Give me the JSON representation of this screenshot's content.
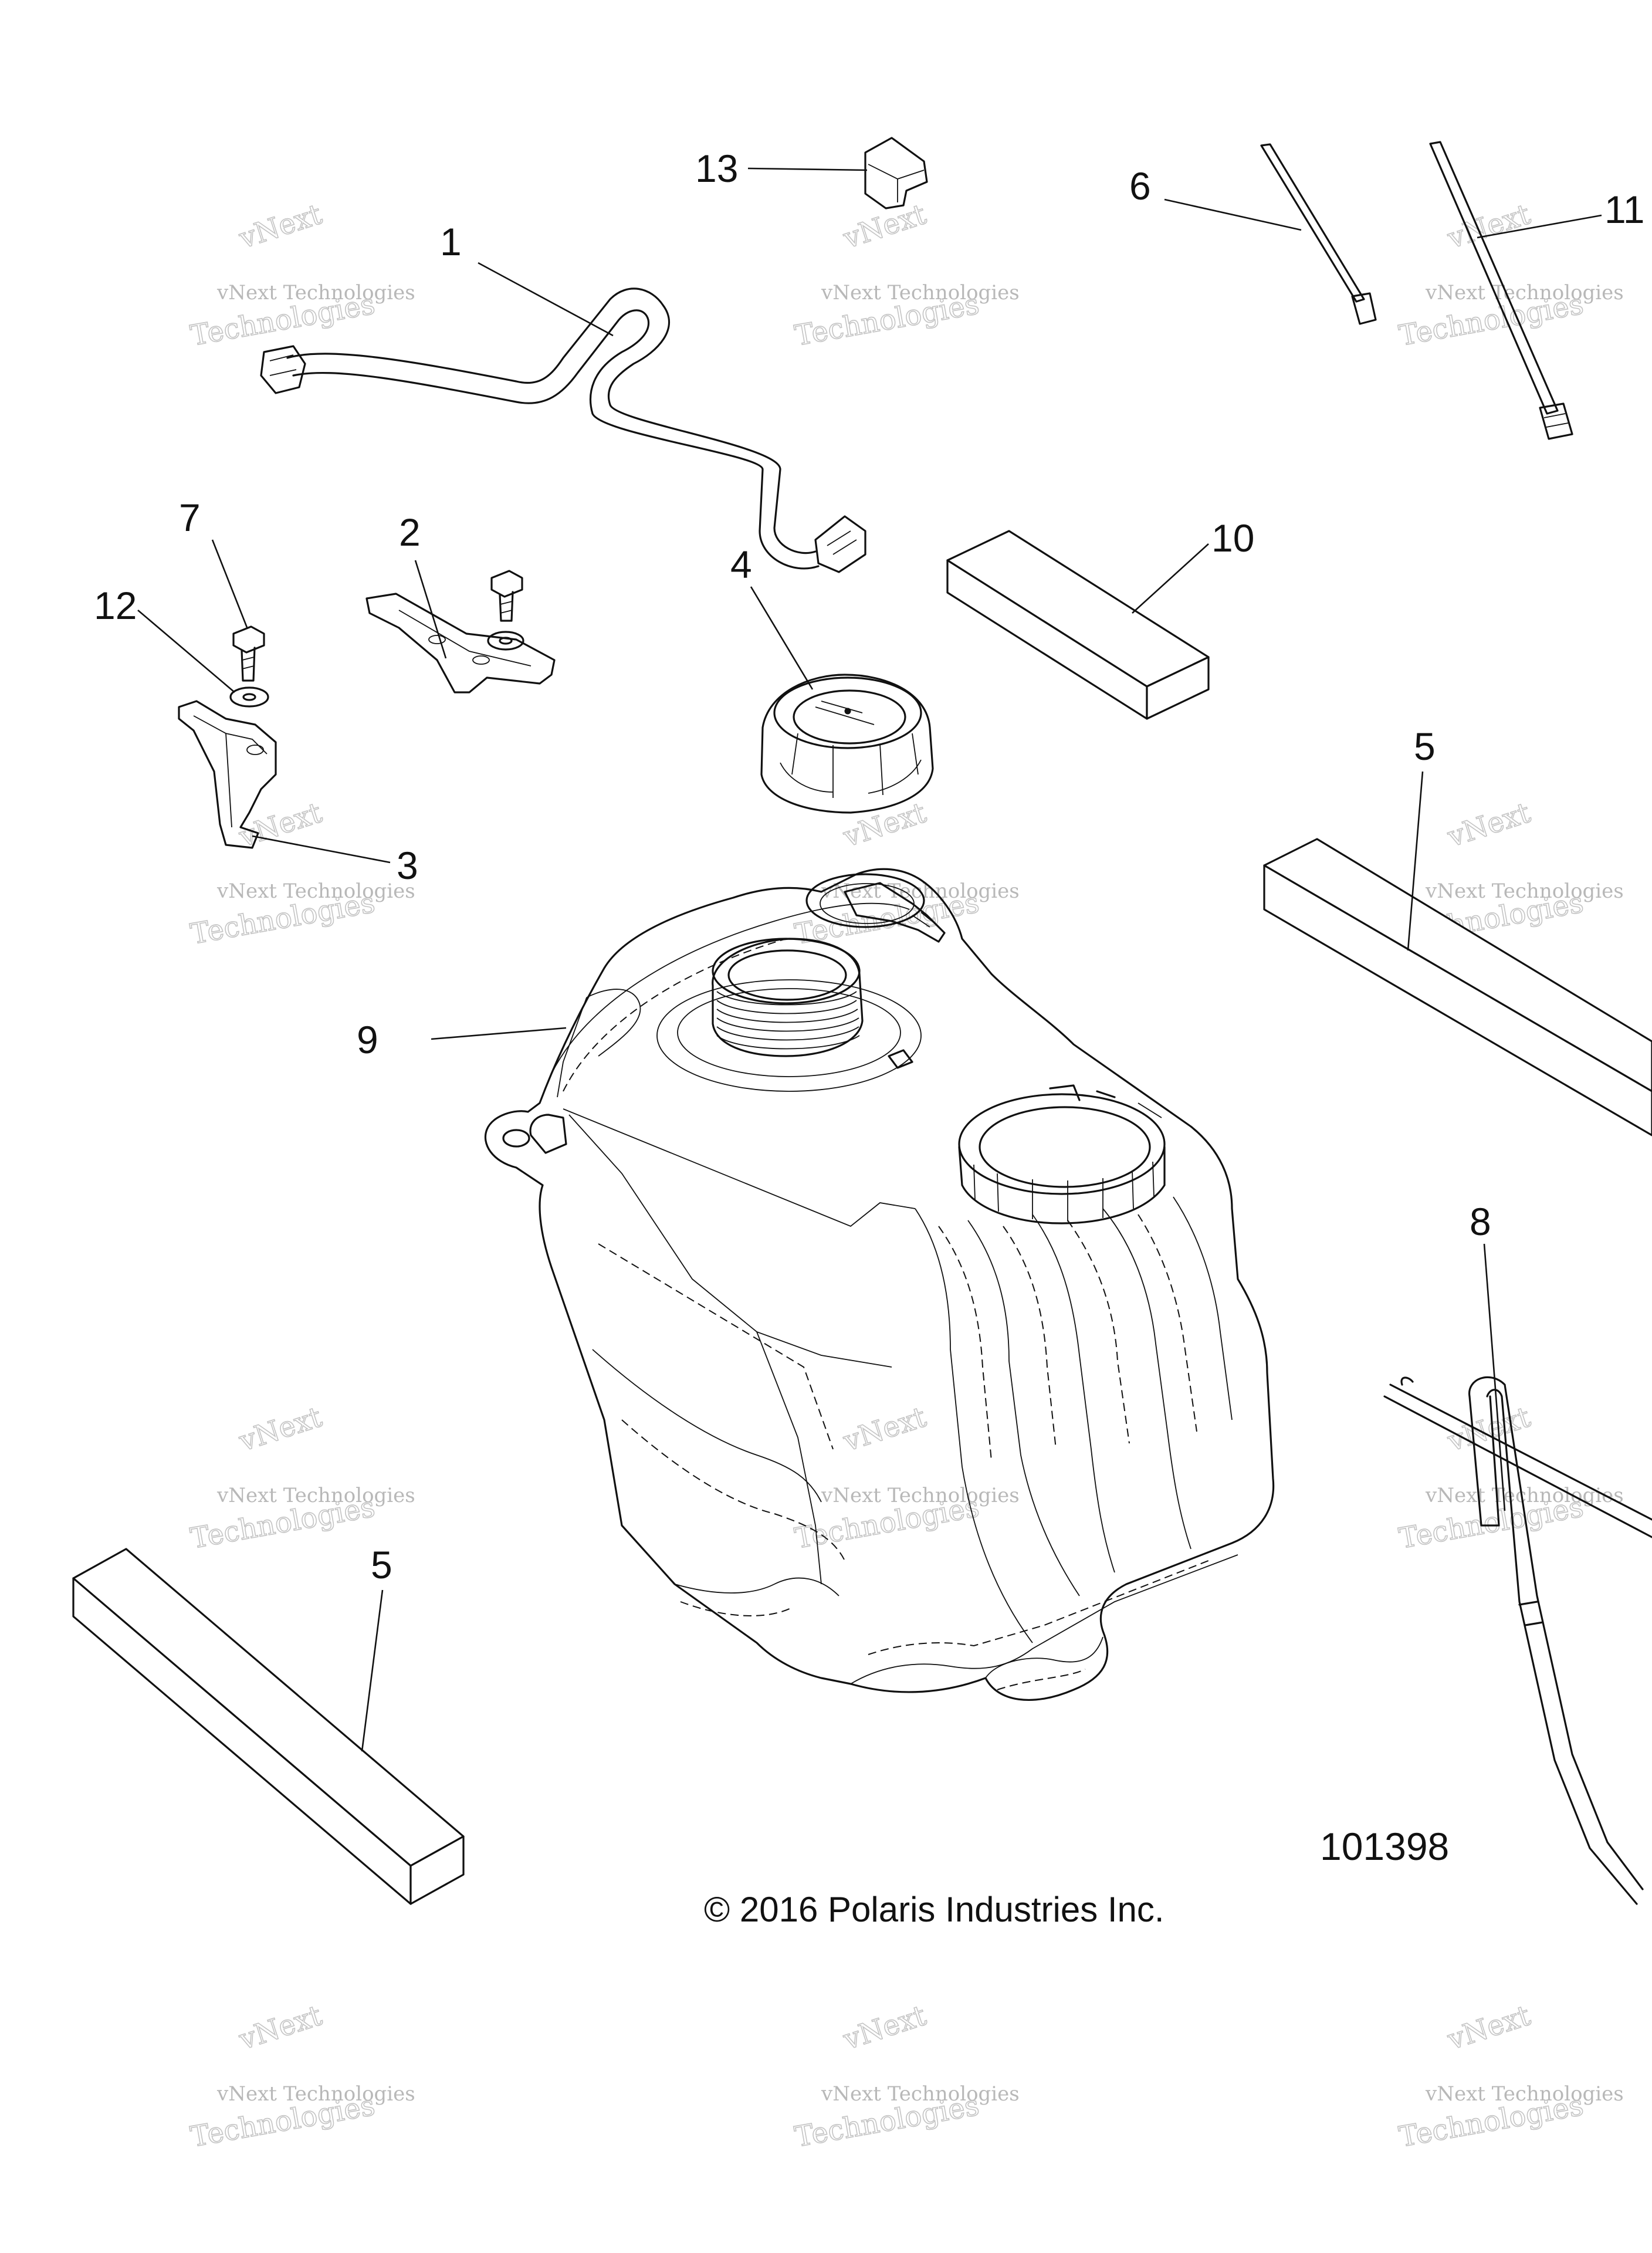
{
  "diagram": {
    "callouts": [
      "1",
      "2",
      "3",
      "4",
      "5",
      "5",
      "6",
      "7",
      "8",
      "9",
      "10",
      "11",
      "12",
      "13"
    ],
    "figure_number": "101398",
    "copyright": "© 2016 Polaris Industries Inc.",
    "watermark": {
      "line1": "vNext Technologies",
      "line2": "vNext",
      "line3": "Technologies"
    }
  }
}
